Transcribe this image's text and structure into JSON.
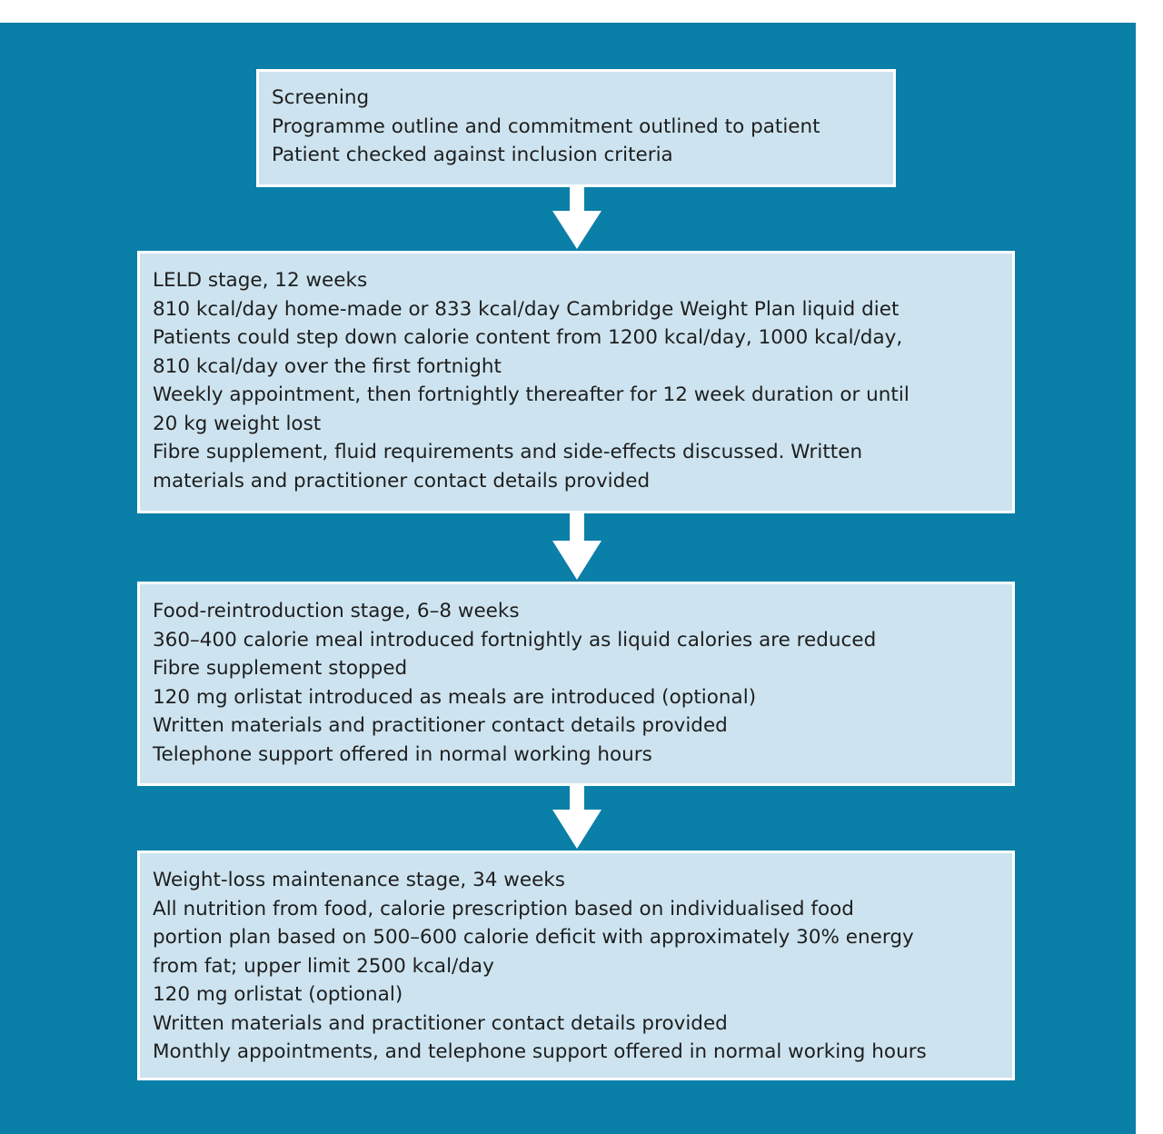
{
  "stages": [
    {
      "id": "screening",
      "lines": [
        "Screening",
        "Programme outline and commitment outlined to patient",
        "Patient checked against inclusion criteria"
      ]
    },
    {
      "id": "leld",
      "lines": [
        "LELD stage, 12 weeks",
        "810 kcal/day home-made or 833 kcal/day Cambridge Weight Plan liquid diet",
        "Patients could step down calorie content from 1200 kcal/day, 1000 kcal/day,",
        "810 kcal/day over the first fortnight",
        "Weekly appointment, then fortnightly thereafter for 12 week duration or until",
        "20 kg weight lost",
        "Fibre supplement, fluid requirements and side-effects discussed. Written",
        "materials and practitioner contact details provided"
      ]
    },
    {
      "id": "food-reintroduction",
      "lines": [
        "Food-reintroduction stage, 6–8 weeks",
        "360–400 calorie meal introduced fortnightly as liquid calories are reduced",
        "Fibre supplement stopped",
        "120 mg orlistat introduced as meals are introduced (optional)",
        "Written materials and practitioner contact details provided",
        "Telephone support offered in normal working hours"
      ]
    },
    {
      "id": "weight-loss-maintenance",
      "lines": [
        "Weight-loss maintenance stage, 34 weeks",
        "All nutrition from food, calorie prescription based on individualised food",
        "portion plan based on 500–600 calorie deficit with approximately 30% energy",
        "from fat; upper limit 2500 kcal/day",
        "120 mg orlistat (optional)",
        "Written materials and practitioner contact details provided",
        "Monthly appointments, and telephone support offered in normal working hours"
      ]
    }
  ],
  "colors": {
    "panel": "#0a7fa8",
    "box": "#cde4f0",
    "border": "#ffffff",
    "text": "#1e1e1e",
    "arrow": "#ffffff"
  }
}
